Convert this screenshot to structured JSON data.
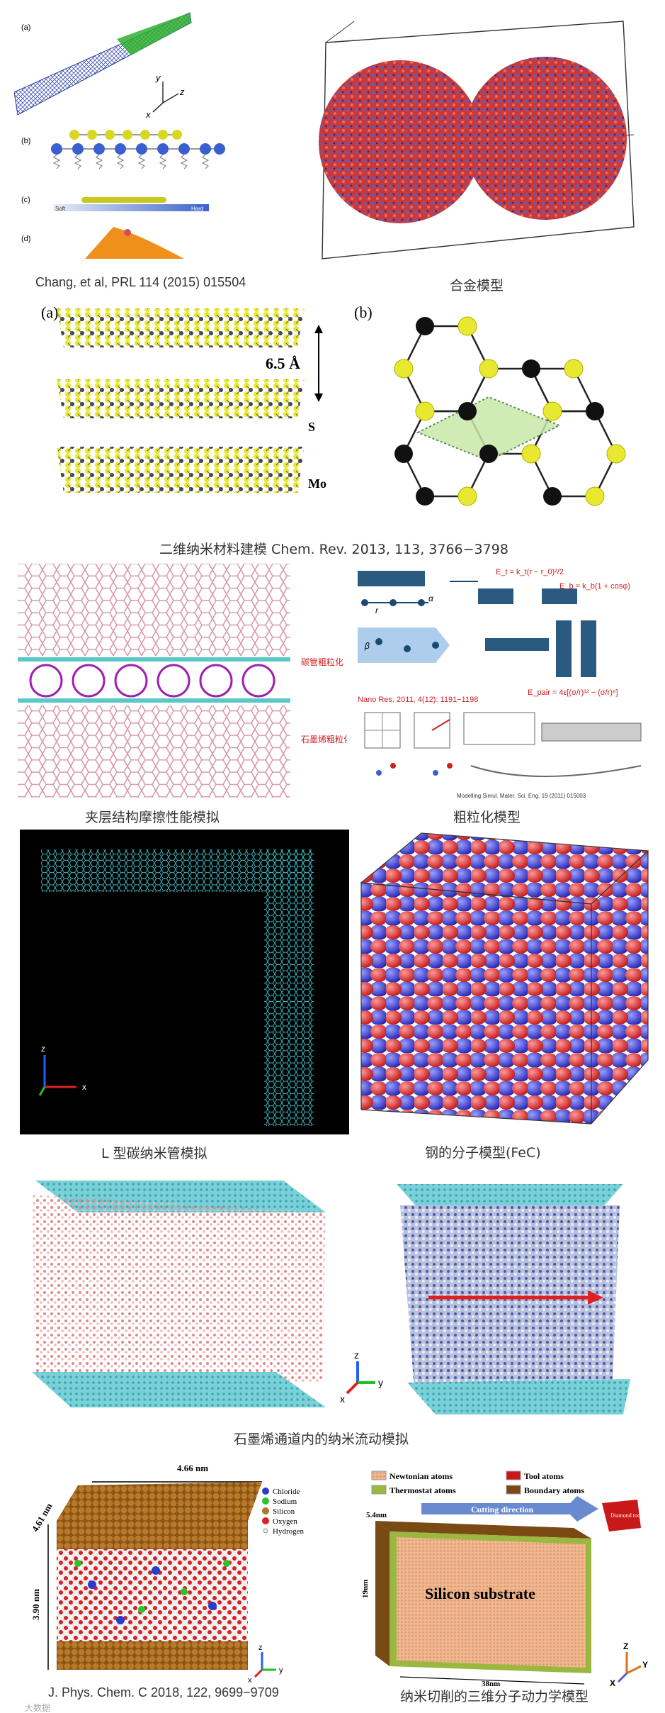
{
  "panel1": {
    "sub_labels": [
      "(a)",
      "(b)",
      "(c)",
      "(d)"
    ],
    "axes": [
      "y",
      "z",
      "x"
    ],
    "soft_label": "Soft",
    "hard_label": "Hard",
    "caption": "Chang, et al, PRL 114 (2015) 015504"
  },
  "panel2": {
    "caption": "合金模型"
  },
  "panel3": {
    "label_a": "(a)",
    "label_b": "(b)",
    "spacing": "6.5 Å",
    "atom_s": "S",
    "atom_mo": "Mo",
    "caption": "二维纳米材料建模 Chem. Rev. 2013, 113, 3766−3798"
  },
  "panel4": {
    "label_tube": "碳管粗粒化",
    "label_graphene": "石墨烯粗粒化",
    "caption": "夹层结构摩擦性能模拟"
  },
  "panel5": {
    "eq1": "E_t = k_t(r − r_0)²/2",
    "eq2": "E_b = k_b(1 + cosφ)",
    "eq3": "E_pair = 4ε[(σ/r)¹² − (σ/r)⁶]",
    "sym_r": "r",
    "sym_alpha": "α",
    "sym_beta": "β",
    "ref1": "Nano Res. 2011, 4(12): 1191−1198",
    "ref2": "Modelling Simul. Mater. Sci. Eng. 19 (2011) 015003",
    "caption": "粗粒化模型"
  },
  "panel6": {
    "axis_z": "z",
    "axis_x": "x",
    "caption": "L 型碳纳米管模拟"
  },
  "panel7": {
    "caption": "钢的分子模型(FeC)"
  },
  "panel8": {
    "axis_z": "z",
    "axis_y": "y",
    "axis_x": "x",
    "caption": "石墨烯通道内的纳米流动模拟"
  },
  "panel9": {
    "dim_top": "4.66 nm",
    "dim_left": "4.61 nm",
    "dim_height": "3.90 nm",
    "legend": [
      "Chloride",
      "Sodium",
      "Silicon",
      "Oxygen",
      "Hydrogen"
    ],
    "legend_colors": [
      "#2a3ccc",
      "#2bc42b",
      "#b0782a",
      "#d62222",
      "#e8e8e8"
    ],
    "axis_z": "z",
    "axis_y": "y",
    "axis_x": "x",
    "caption": "J. Phys. Chem. C 2018, 122, 9699−9709"
  },
  "panel10": {
    "legend_newtonian": "Newtonian atoms",
    "legend_thermostat": "Thermostat atoms",
    "legend_tool": "Tool atoms",
    "legend_boundary": "Boundary atoms",
    "cutting_direction": "Cutting direction",
    "tool_label": "Diamond tool",
    "dim_depth": "5.4nm",
    "dim_height": "19nm",
    "dim_length": "38nm",
    "substrate": "Silicon substrate",
    "axis_z": "Z",
    "axis_y": "Y",
    "axis_x": "X",
    "caption": "纳米切削的三维分子动力学模型"
  },
  "watermark": "大数据"
}
